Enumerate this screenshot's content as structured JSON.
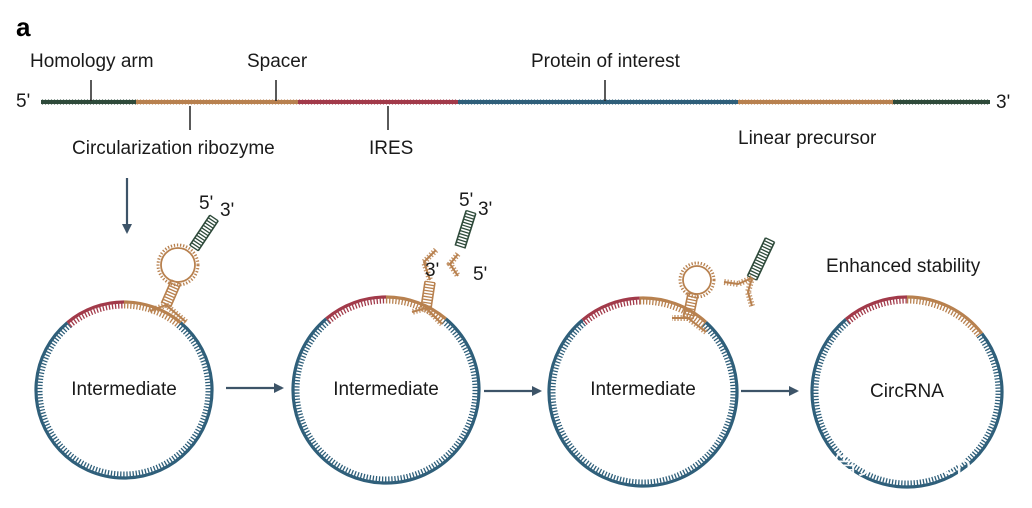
{
  "panel_label": "a",
  "colors": {
    "homology": "#2e4a3a",
    "ribozyme": "#b8814f",
    "spacer": "#b8814f",
    "ires": "#a23a4a",
    "protein": "#2f5f7a",
    "arrow": "#3d5468"
  },
  "precursor": {
    "five_prime": "5'",
    "three_prime": "3'",
    "homology_arm": "Homology arm",
    "spacer": "Spacer",
    "protein_of_interest": "Protein of interest",
    "circularization_ribozyme": "Circularization ribozyme",
    "ires": "IRES",
    "linear_precursor": "Linear precursor"
  },
  "steps": [
    {
      "label": "Intermediate",
      "ends": [
        "5'",
        "3'"
      ]
    },
    {
      "label": "Intermediate",
      "ends": [
        "5'",
        "3'",
        "3'",
        "5'"
      ]
    },
    {
      "label": "Intermediate"
    },
    {
      "label": "CircRNA",
      "caption": "Enhanced stability"
    }
  ],
  "watermark": "知乎 @借头Darren"
}
